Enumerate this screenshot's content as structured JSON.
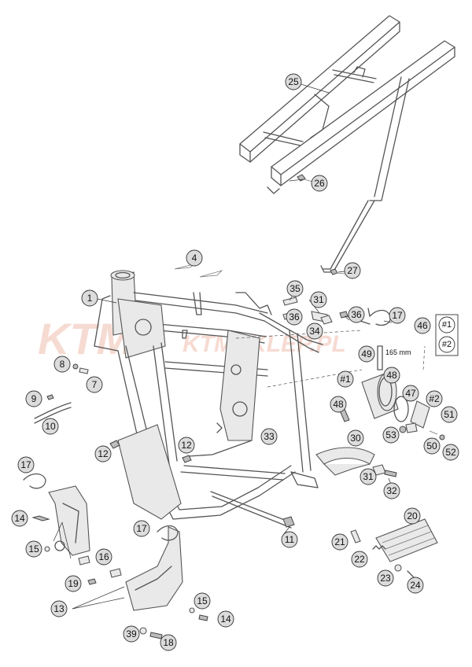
{
  "watermark": {
    "brand": "KTM",
    "site": "KTMSKLEP.PL"
  },
  "dimension_note": "165 mm",
  "variant_box": [
    "#1",
    "#2"
  ],
  "variant_tags": {
    "tag1": "#1",
    "tag2": "#2",
    "tag48": "#1"
  },
  "callouts": [
    {
      "id": "c25",
      "label": "25"
    },
    {
      "id": "c26",
      "label": "26"
    },
    {
      "id": "c27",
      "label": "27"
    },
    {
      "id": "c4",
      "label": "4"
    },
    {
      "id": "c1",
      "label": "1"
    },
    {
      "id": "c35",
      "label": "35"
    },
    {
      "id": "c31a",
      "label": "31"
    },
    {
      "id": "c36a",
      "label": "36"
    },
    {
      "id": "c34",
      "label": "34"
    },
    {
      "id": "c36b",
      "label": "36"
    },
    {
      "id": "c17a",
      "label": "17"
    },
    {
      "id": "c46",
      "label": "46"
    },
    {
      "id": "c49",
      "label": "49"
    },
    {
      "id": "c48",
      "label": "48"
    },
    {
      "id": "c8",
      "label": "8"
    },
    {
      "id": "c7",
      "label": "7"
    },
    {
      "id": "c9",
      "label": "9"
    },
    {
      "id": "c10",
      "label": "10"
    },
    {
      "id": "c47",
      "label": "47"
    },
    {
      "id": "c51",
      "label": "51"
    },
    {
      "id": "c53",
      "label": "53"
    },
    {
      "id": "c50",
      "label": "50"
    },
    {
      "id": "c52",
      "label": "52"
    },
    {
      "id": "c48b",
      "label": "48"
    },
    {
      "id": "c33",
      "label": "33"
    },
    {
      "id": "c30",
      "label": "30"
    },
    {
      "id": "c12a",
      "label": "12"
    },
    {
      "id": "c12b",
      "label": "12"
    },
    {
      "id": "c17b",
      "label": "17"
    },
    {
      "id": "c31b",
      "label": "31"
    },
    {
      "id": "c32",
      "label": "32"
    },
    {
      "id": "c14a",
      "label": "14"
    },
    {
      "id": "c15a",
      "label": "15"
    },
    {
      "id": "c16",
      "label": "16"
    },
    {
      "id": "c17c",
      "label": "17"
    },
    {
      "id": "c11",
      "label": "11"
    },
    {
      "id": "c20",
      "label": "20"
    },
    {
      "id": "c21",
      "label": "21"
    },
    {
      "id": "c22",
      "label": "22"
    },
    {
      "id": "c19",
      "label": "19"
    },
    {
      "id": "c13",
      "label": "13"
    },
    {
      "id": "c23",
      "label": "23"
    },
    {
      "id": "c24",
      "label": "24"
    },
    {
      "id": "c15b",
      "label": "15"
    },
    {
      "id": "c14b",
      "label": "14"
    },
    {
      "id": "c39",
      "label": "39"
    },
    {
      "id": "c18",
      "label": "18"
    }
  ]
}
